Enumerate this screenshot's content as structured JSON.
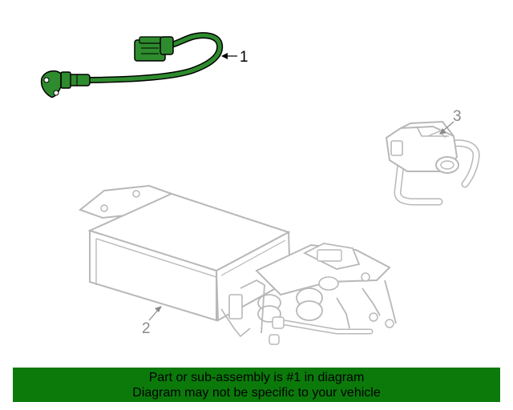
{
  "colors": {
    "highlight": "#2e8b2e",
    "highlight_outline": "#000000",
    "line_art": "#b8b8b8",
    "banner_bg": "#0b7a0b"
  },
  "callouts": {
    "part1": "1",
    "part2": "2",
    "part3": "3"
  },
  "banner": {
    "line1": "Part or sub-assembly is #1 in diagram",
    "line2": "Diagram may not be specific to your vehicle"
  }
}
